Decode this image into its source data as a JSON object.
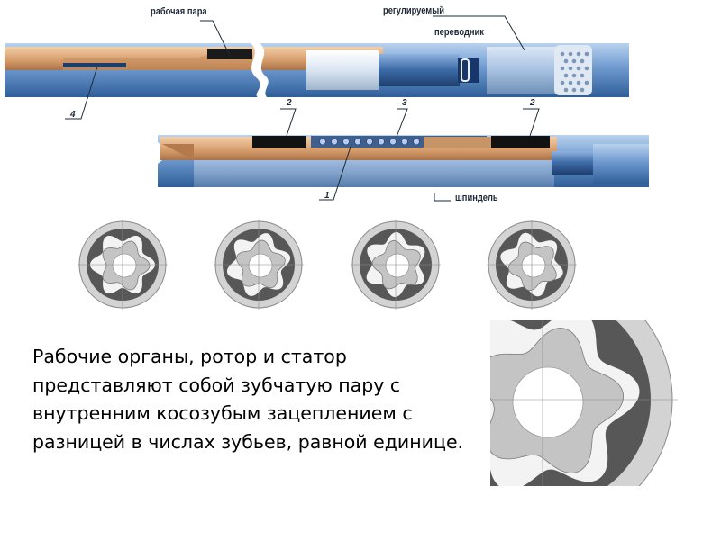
{
  "labels": {
    "working_pair": "рабочая пара",
    "adjustable_sub_line1": "регулируемый",
    "adjustable_sub_line2": "переводник",
    "spindle": "шпиндель",
    "num_4": "4",
    "num_2a": "2",
    "num_3": "3",
    "num_2b": "2",
    "num_1": "1"
  },
  "caption": "Рабочие органы, ротор и статор представляют собой зубчатую пару с внутренним косозубым зацеплением с разницей в числах зубьев, равной единице.",
  "colors": {
    "body_blue": "#5f8fcc",
    "casing_tan": "#d9a679",
    "stator_black": "#151515",
    "ring_dark": "#555555",
    "rotor_gray": "#c9c9c9"
  }
}
